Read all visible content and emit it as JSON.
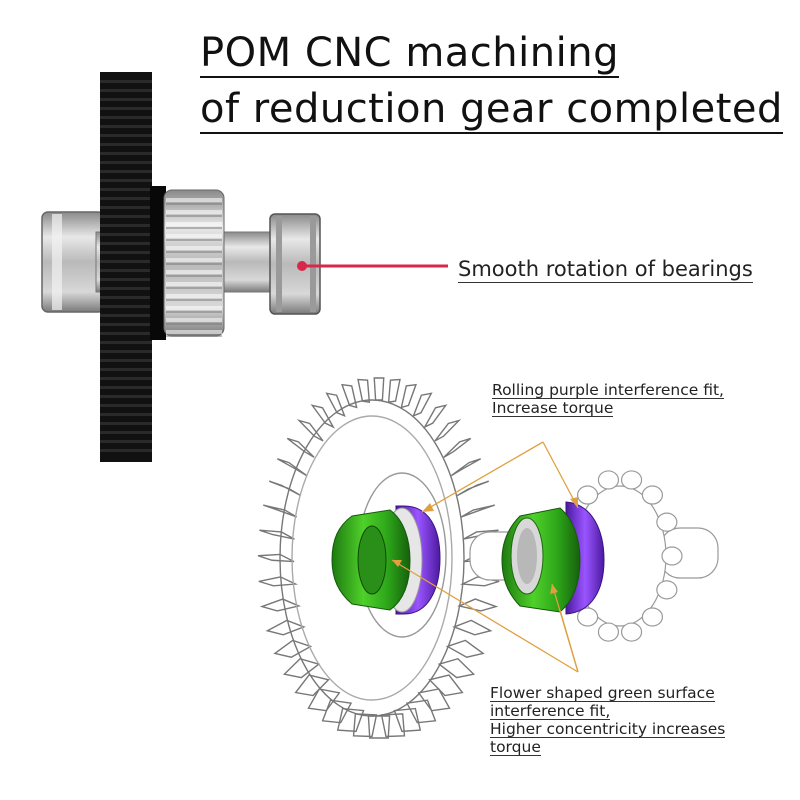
{
  "title": {
    "line1": "POM CNC machining",
    "line2": "of reduction gear completed"
  },
  "callouts": {
    "bearing": "Smooth rotation of bearings",
    "purple": {
      "line1": "Rolling purple interference fit,",
      "line2": "Increase torque"
    },
    "green": {
      "line1": "Flower shaped green surface",
      "line2": "interference fit,",
      "line3": "Higher concentricity increases",
      "line4": "torque"
    }
  },
  "colors": {
    "gear_black": "#111111",
    "bearing_silver": "#c8c8c8",
    "pointer_red": "#d8284a",
    "ring_purple": "#7a2ee0",
    "sleeve_green": "#2ea81a",
    "leader_orange": "#e0a040"
  }
}
